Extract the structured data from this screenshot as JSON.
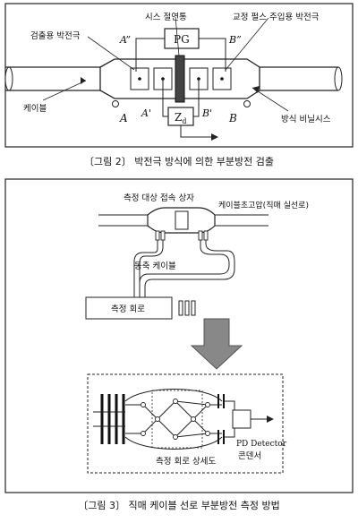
{
  "figure2": {
    "labels": {
      "sheath_insulation": "시스 절연통",
      "detection_foil": "검출용 박전극",
      "calib_pulse_foil": "교정 펄스 주입용 박전극",
      "pg": "PG",
      "a_dd": "A”",
      "b_dd": "B”",
      "a": "A",
      "b": "B",
      "a_prime": "A'",
      "b_prime": "B'",
      "zd": "Z",
      "zd_sub": "d",
      "cable": "케이블",
      "anticorrosion": "방식 비닐시스"
    },
    "caption": "〔그림 2〕 박전극 방식에 의한 부분방전 검출"
  },
  "figure3": {
    "labels": {
      "target_box": "측정 대상 접속 상자",
      "cable_hv": "케이블초고압(직매 실선로)",
      "coax": "동축 케이블",
      "meas_circuit": "측정 회로",
      "pd_detector": "PD Detector",
      "condenser": "콘덴서",
      "circuit_detail": "측정 회로 상세도"
    },
    "caption": "〔그림 3〕 직매 케이블 선로 부분방전 측정 방법"
  }
}
